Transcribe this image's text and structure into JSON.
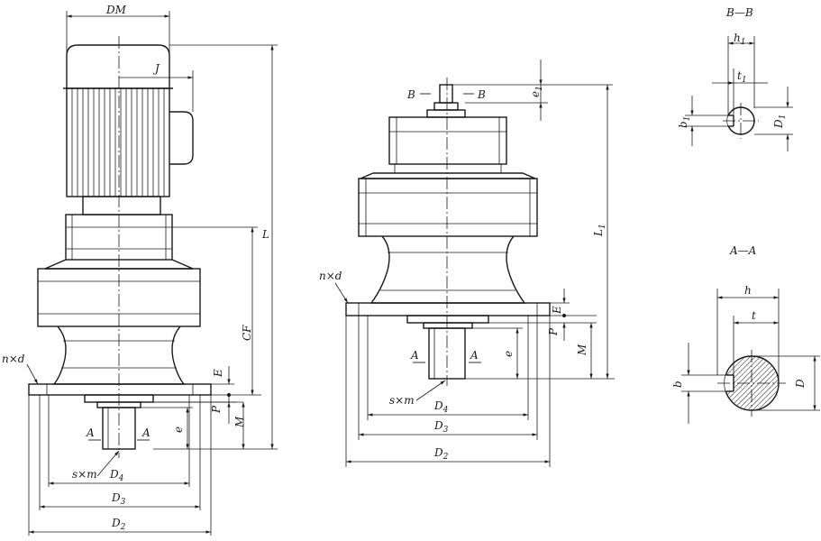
{
  "left_view": {
    "DM": "DM",
    "J": "J",
    "L": "L",
    "CF": "CF",
    "E": "E",
    "P": "P",
    "M": "M",
    "e": "e",
    "nxd": "n×d",
    "sxm": "s×m",
    "A": "A",
    "D4": {
      "base": "D",
      "sub": "4"
    },
    "D3": {
      "base": "D",
      "sub": "3"
    },
    "D2": {
      "base": "D",
      "sub": "2"
    }
  },
  "middle_view": {
    "B": "B",
    "e1": {
      "base": "e",
      "sub": "1"
    },
    "L1": {
      "base": "L",
      "sub": "1"
    },
    "nxd": "n×d",
    "E": "E",
    "P": "P",
    "M": "M",
    "e": "e",
    "A": "A",
    "sxm": "s×m",
    "D4": {
      "base": "D",
      "sub": "4"
    },
    "D3": {
      "base": "D",
      "sub": "3"
    },
    "D2": {
      "base": "D",
      "sub": "2"
    }
  },
  "section_bb": {
    "title": "B—B",
    "h1": {
      "base": "h",
      "sub": "1"
    },
    "t1": {
      "base": "t",
      "sub": "1"
    },
    "b1": {
      "base": "b",
      "sub": "1"
    },
    "D1": {
      "base": "D",
      "sub": "1"
    }
  },
  "section_aa": {
    "title": "A—A",
    "h": "h",
    "t": "t",
    "b": "b",
    "D": "D"
  }
}
